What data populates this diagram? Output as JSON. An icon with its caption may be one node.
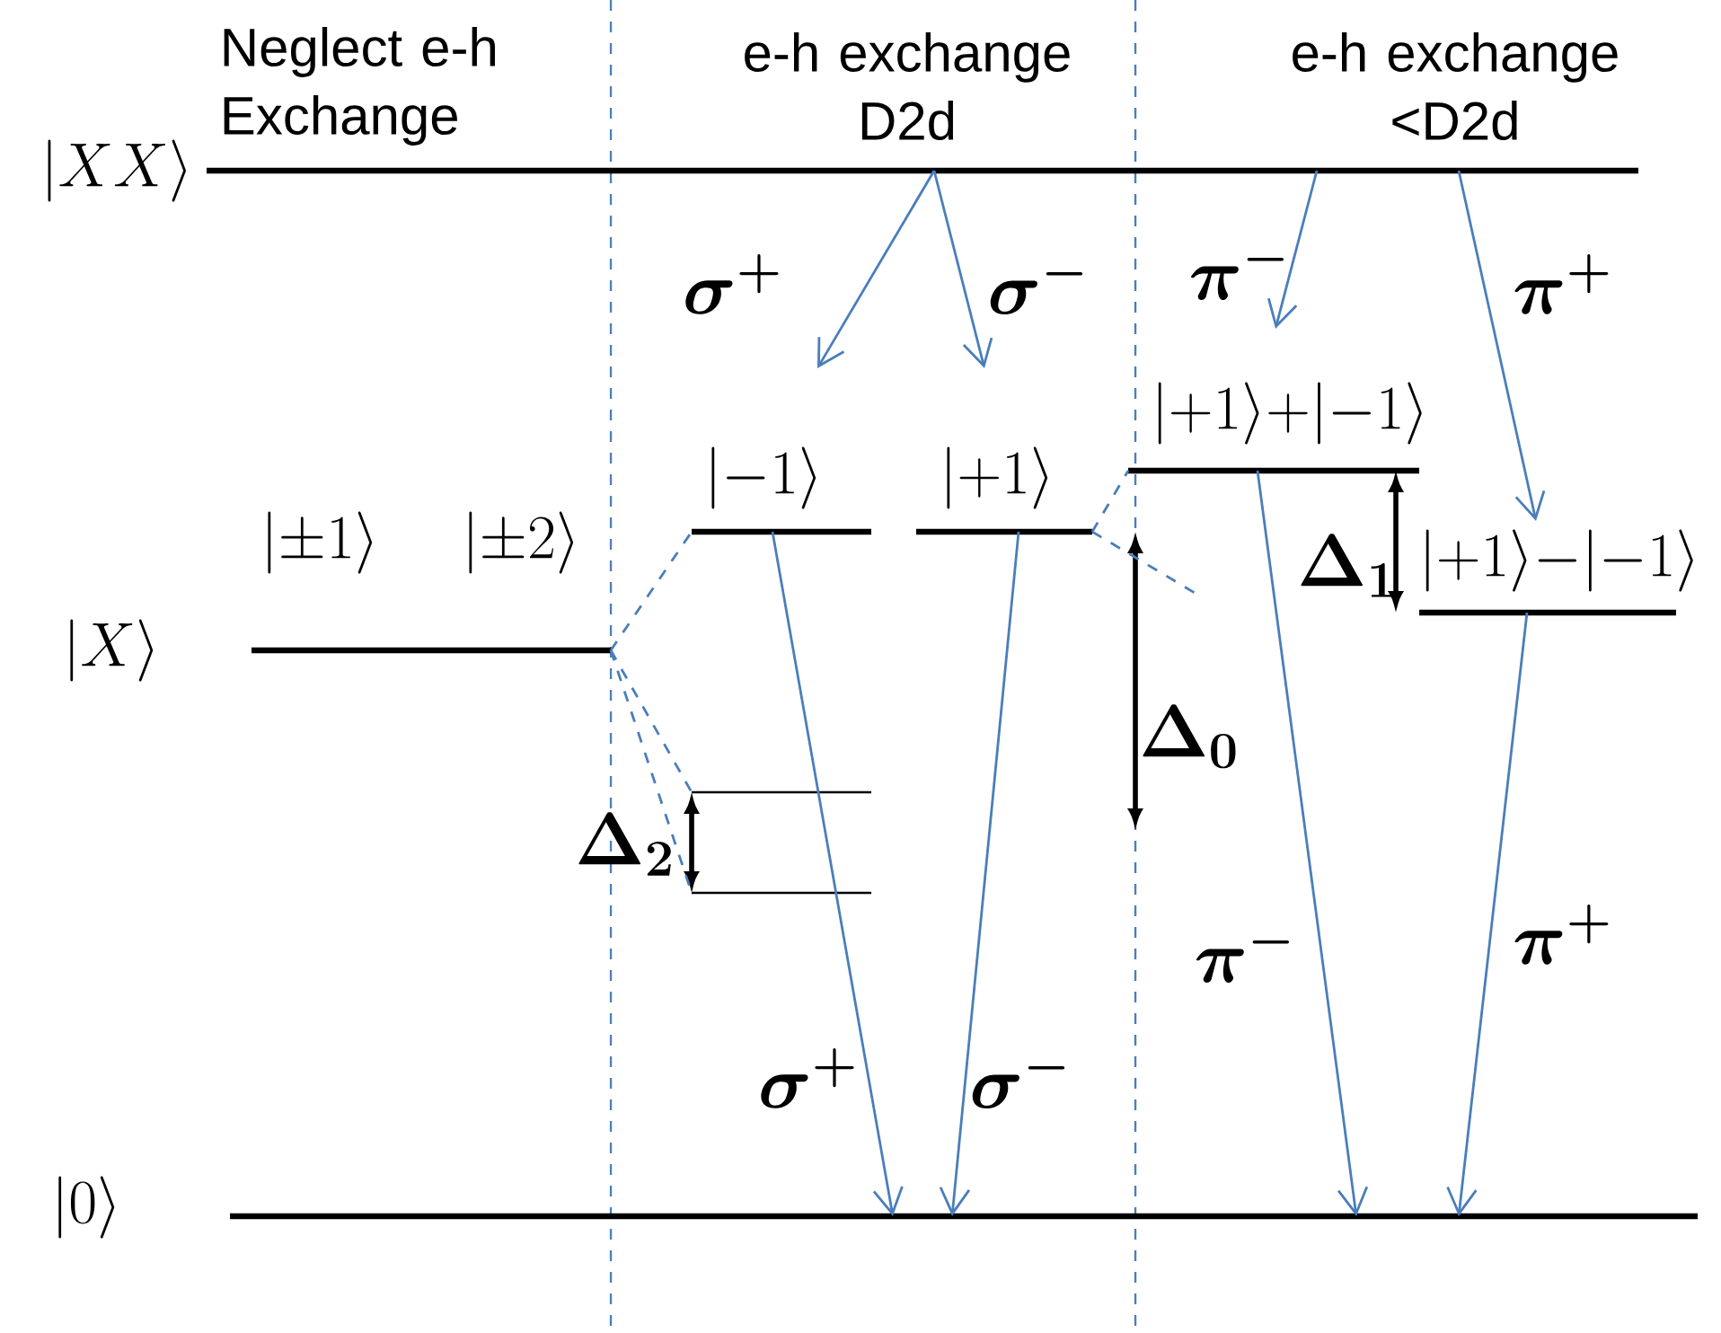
{
  "diagram": {
    "nodes": [
      {
        "text": [],
        "shape": "bar",
        "beside": [
          "|XX\\rangle"
        ]
      },
      {
        "text": [],
        "shape": "bar",
        "beside": [
          "|X\\rangle",
          "|\\pm 1\\rangle",
          "|\\pm 2\\rangle"
        ]
      },
      {
        "text": [],
        "shape": "bar",
        "beside": [
          "|-1\\rangle"
        ]
      },
      {
        "text": [],
        "shape": "bar",
        "beside": [
          "|+1\\rangle"
        ]
      },
      {
        "text": [],
        "shape": "bar"
      },
      {
        "text": [],
        "shape": "bar"
      },
      {
        "text": [],
        "shape": "bar",
        "beside": [
          "|+1\\rangle+|-1\\rangle"
        ]
      },
      {
        "text": [],
        "shape": "bar",
        "beside": [
          "|+1\\rangle-|-1\\rangle"
        ]
      },
      {
        "text": [],
        "shape": "bar",
        "beside": [
          "|0\\rangle"
        ]
      }
    ],
    "edges": [
      {
        "from": 0,
        "to": 2,
        "arrow": "to",
        "label": "\\sigma^{+}"
      },
      {
        "from": 0,
        "to": 3,
        "arrow": "to",
        "label": "\\sigma^{-}"
      },
      {
        "from": 0,
        "to": 6,
        "arrow": "to",
        "label": "\\pi^{-}"
      },
      {
        "from": 0,
        "to": 7,
        "arrow": "to",
        "label": "\\pi^{+}"
      },
      {
        "from": 2,
        "to": 8,
        "arrow": "to",
        "label": "\\sigma^{+}"
      },
      {
        "from": 3,
        "to": 8,
        "arrow": "to",
        "label": "\\sigma^{-}"
      },
      {
        "from": 6,
        "to": 8,
        "arrow": "to",
        "label": "\\pi^{-}"
      },
      {
        "from": 7,
        "to": 8,
        "arrow": "to",
        "label": "\\pi^{+}"
      },
      {
        "from": 1,
        "to": 2,
        "arrow": "none",
        "style": "dashed"
      },
      {
        "from": 1,
        "to": 4,
        "arrow": "none",
        "style": "dashed"
      },
      {
        "from": 1,
        "to": 5,
        "arrow": "none",
        "style": "dashed"
      },
      {
        "from": 3,
        "to": 6,
        "arrow": "none",
        "style": "dashed"
      },
      {
        "from": 3,
        "to": null,
        "arrow": "none",
        "style": "dashed"
      }
    ],
    "labels": [
      "Neglect e-h Exchange",
      "e-h exchange D2d",
      "e-h exchange <D2d",
      "\\Delta_{2}",
      "\\Delta_{0}",
      "\\Delta_{1}"
    ]
  }
}
